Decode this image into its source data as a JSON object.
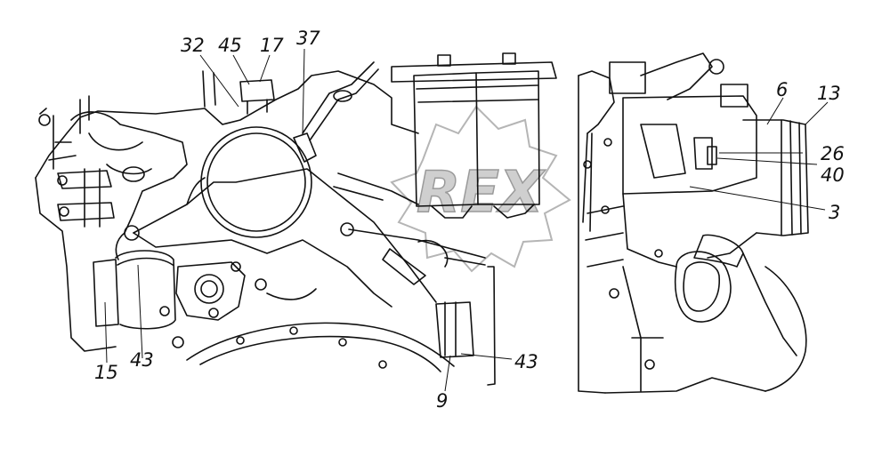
{
  "diagram": {
    "callouts": [
      {
        "id": "c32",
        "text": "32"
      },
      {
        "id": "c45",
        "text": "45"
      },
      {
        "id": "c17",
        "text": "17"
      },
      {
        "id": "c37",
        "text": "37"
      },
      {
        "id": "c6",
        "text": "6"
      },
      {
        "id": "c13",
        "text": "13"
      },
      {
        "id": "c26",
        "text": "26"
      },
      {
        "id": "c40",
        "text": "40"
      },
      {
        "id": "c3",
        "text": "3"
      },
      {
        "id": "c15",
        "text": "15"
      },
      {
        "id": "c43a",
        "text": "43"
      },
      {
        "id": "c43b",
        "text": "43"
      },
      {
        "id": "c9",
        "text": "9"
      }
    ],
    "watermark": "REX",
    "colors": {
      "ink": "#111111",
      "paper": "#ffffff",
      "watermark": "#b5b5b5"
    }
  }
}
